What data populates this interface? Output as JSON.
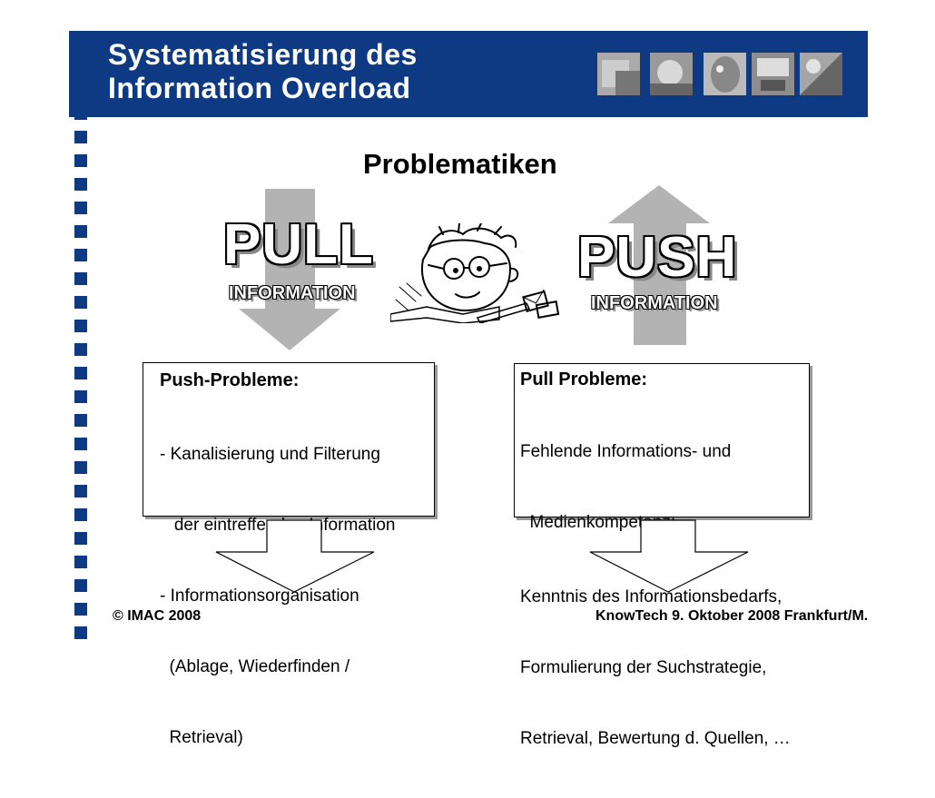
{
  "header": {
    "title_line1": "Systematisierung des",
    "title_line2": "Information Overload",
    "color": "#0d3a82"
  },
  "subtitle": "Problematiken",
  "pull": {
    "label": "PULL",
    "sublabel": "INFORMATION"
  },
  "push": {
    "label": "PUSH",
    "sublabel": "INFORMATION"
  },
  "box_left": {
    "heading": "Push-Probleme:",
    "lines": [
      "- Kanalisierung und Filterung",
      "   der eintreffenden Information",
      "- Informationsorganisation",
      "  (Ablage, Wiederfinden /",
      "  Retrieval)"
    ]
  },
  "box_right": {
    "heading": "Pull Probleme:",
    "lines": [
      "Fehlende Informations- und",
      "  Medienkompetenz:",
      "Kenntnis des Informationsbedarfs,",
      "Formulierung der Suchstrategie,",
      "Retrieval, Bewertung d. Quellen, …"
    ]
  },
  "footer": {
    "left": "© IMAC 2008",
    "right": "KnowTech 9. Oktober 2008 Frankfurt/M."
  },
  "icons": [
    "cartoon-person-icon",
    "envelope-icon",
    "pen-icon",
    "photo-strip"
  ]
}
